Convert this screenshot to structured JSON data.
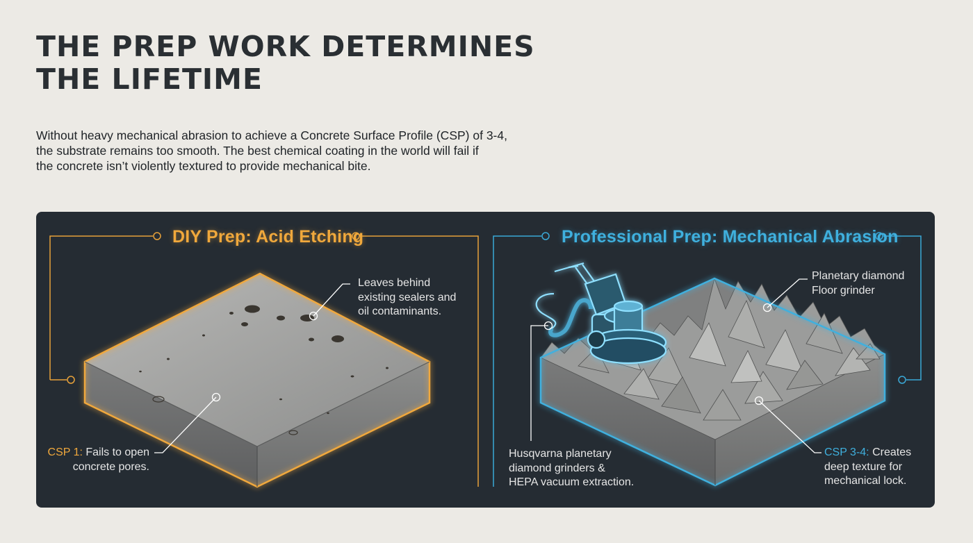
{
  "page": {
    "title_line1": "THE PREP WORK DETERMINES",
    "title_line2": "THE LIFETIME",
    "intro_line1": "Without heavy mechanical abrasion to achieve a Concrete Surface Profile (CSP) of 3-4,",
    "intro_line2": "the substrate remains too smooth. The best chemical coating in the world will fail if",
    "intro_line3": "the concrete isn’t violently textured to provide mechanical bite."
  },
  "diy": {
    "heading": "DIY Prep: Acid Etching",
    "accent_color": "#f0a83c",
    "callout_top_line1": "Leaves behind",
    "callout_top_line2": "existing sealers and",
    "callout_top_line3": "oil contaminants.",
    "callout_bottom_prefix": "CSP 1:",
    "callout_bottom_rest": " Fails to open",
    "callout_bottom_line2": "concrete pores."
  },
  "pro": {
    "heading": "Professional Prep: Mechanical Abrasion",
    "accent_color": "#3fb0de",
    "callout_top_line1": "Planetary diamond",
    "callout_top_line2": "Floor grinder",
    "callout_left_line1": "Husqvarna planetary",
    "callout_left_line2": "diamond grinders &",
    "callout_left_line3": "HEPA vacuum extraction.",
    "callout_right_prefix": "CSP 3-4:",
    "callout_right_rest": " Creates",
    "callout_right_line2": "deep texture for",
    "callout_right_line3": "mechanical lock."
  }
}
